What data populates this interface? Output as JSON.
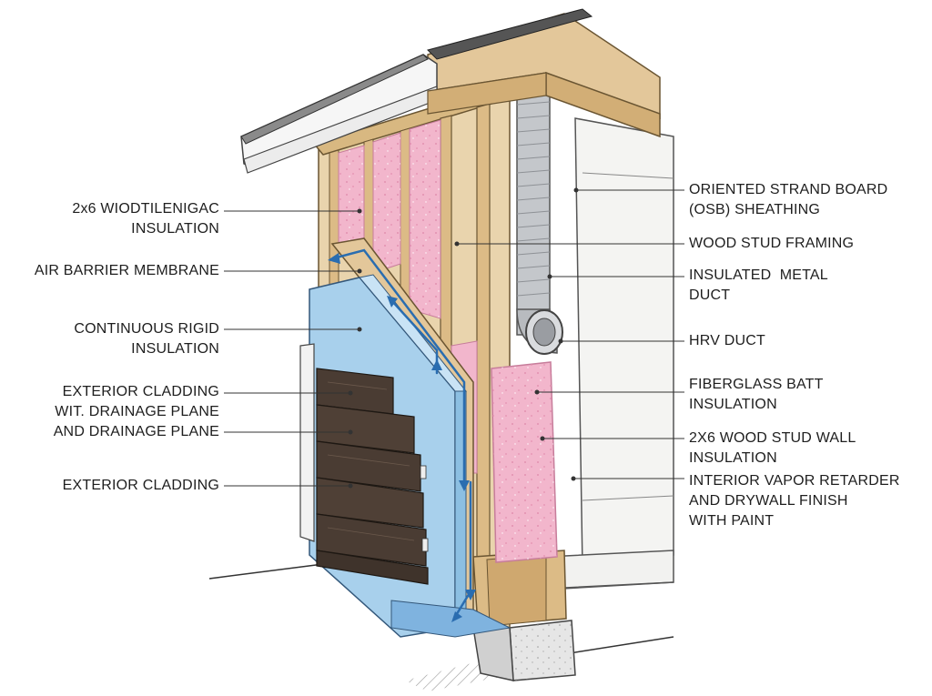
{
  "labels_left": [
    {
      "id": "stud-insulation",
      "lines": [
        "2x6 WIODTILENIGAC",
        "INSULATION"
      ]
    },
    {
      "id": "air-barrier",
      "lines": [
        "AIR BARRIER MEMBRANE"
      ]
    },
    {
      "id": "rigid-insulation",
      "lines": [
        "CONTINUOUS RIGID",
        "INSULATION"
      ]
    },
    {
      "id": "cladding-drainage",
      "lines": [
        "EXTERIOR CLADDING",
        "WIT. DRAINAGE PLANE",
        "AND DRAINAGE PLANE"
      ]
    },
    {
      "id": "exterior-cladding",
      "lines": [
        "EXTERIOR CLADDING"
      ]
    }
  ],
  "labels_right": [
    {
      "id": "osb",
      "lines": [
        "ORIENTED STRAND BOARD",
        "(OSB) SHEATHING"
      ]
    },
    {
      "id": "stud-framing",
      "lines": [
        "WOOD STUD FRAMING"
      ]
    },
    {
      "id": "metal-duct",
      "lines": [
        "INSULATED  METAL",
        "DUCT"
      ]
    },
    {
      "id": "hrv-duct",
      "lines": [
        "HRV DUCT"
      ]
    },
    {
      "id": "fiberglass",
      "lines": [
        "FIBERGLASS BATT",
        "INSULATION"
      ]
    },
    {
      "id": "wall-insulation",
      "lines": [
        "2X6 WOOD STUD WALL",
        "INSULATION"
      ]
    },
    {
      "id": "vapor-retarder",
      "lines": [
        "INTERIOR VAPOR RETARDER",
        "AND DRYWALL FINISH",
        "WITH PAINT"
      ]
    }
  ],
  "colors": {
    "wood": "#e3c79a",
    "wood_dark": "#a88654",
    "insulation_pink": "#f2b6cc",
    "rigid_blue": "#a8d0ec",
    "siding_brown": "#4a3c33",
    "duct_metal": "#c4c7cb",
    "arrow_blue": "#2a6db0",
    "leader_line": "#333333"
  }
}
